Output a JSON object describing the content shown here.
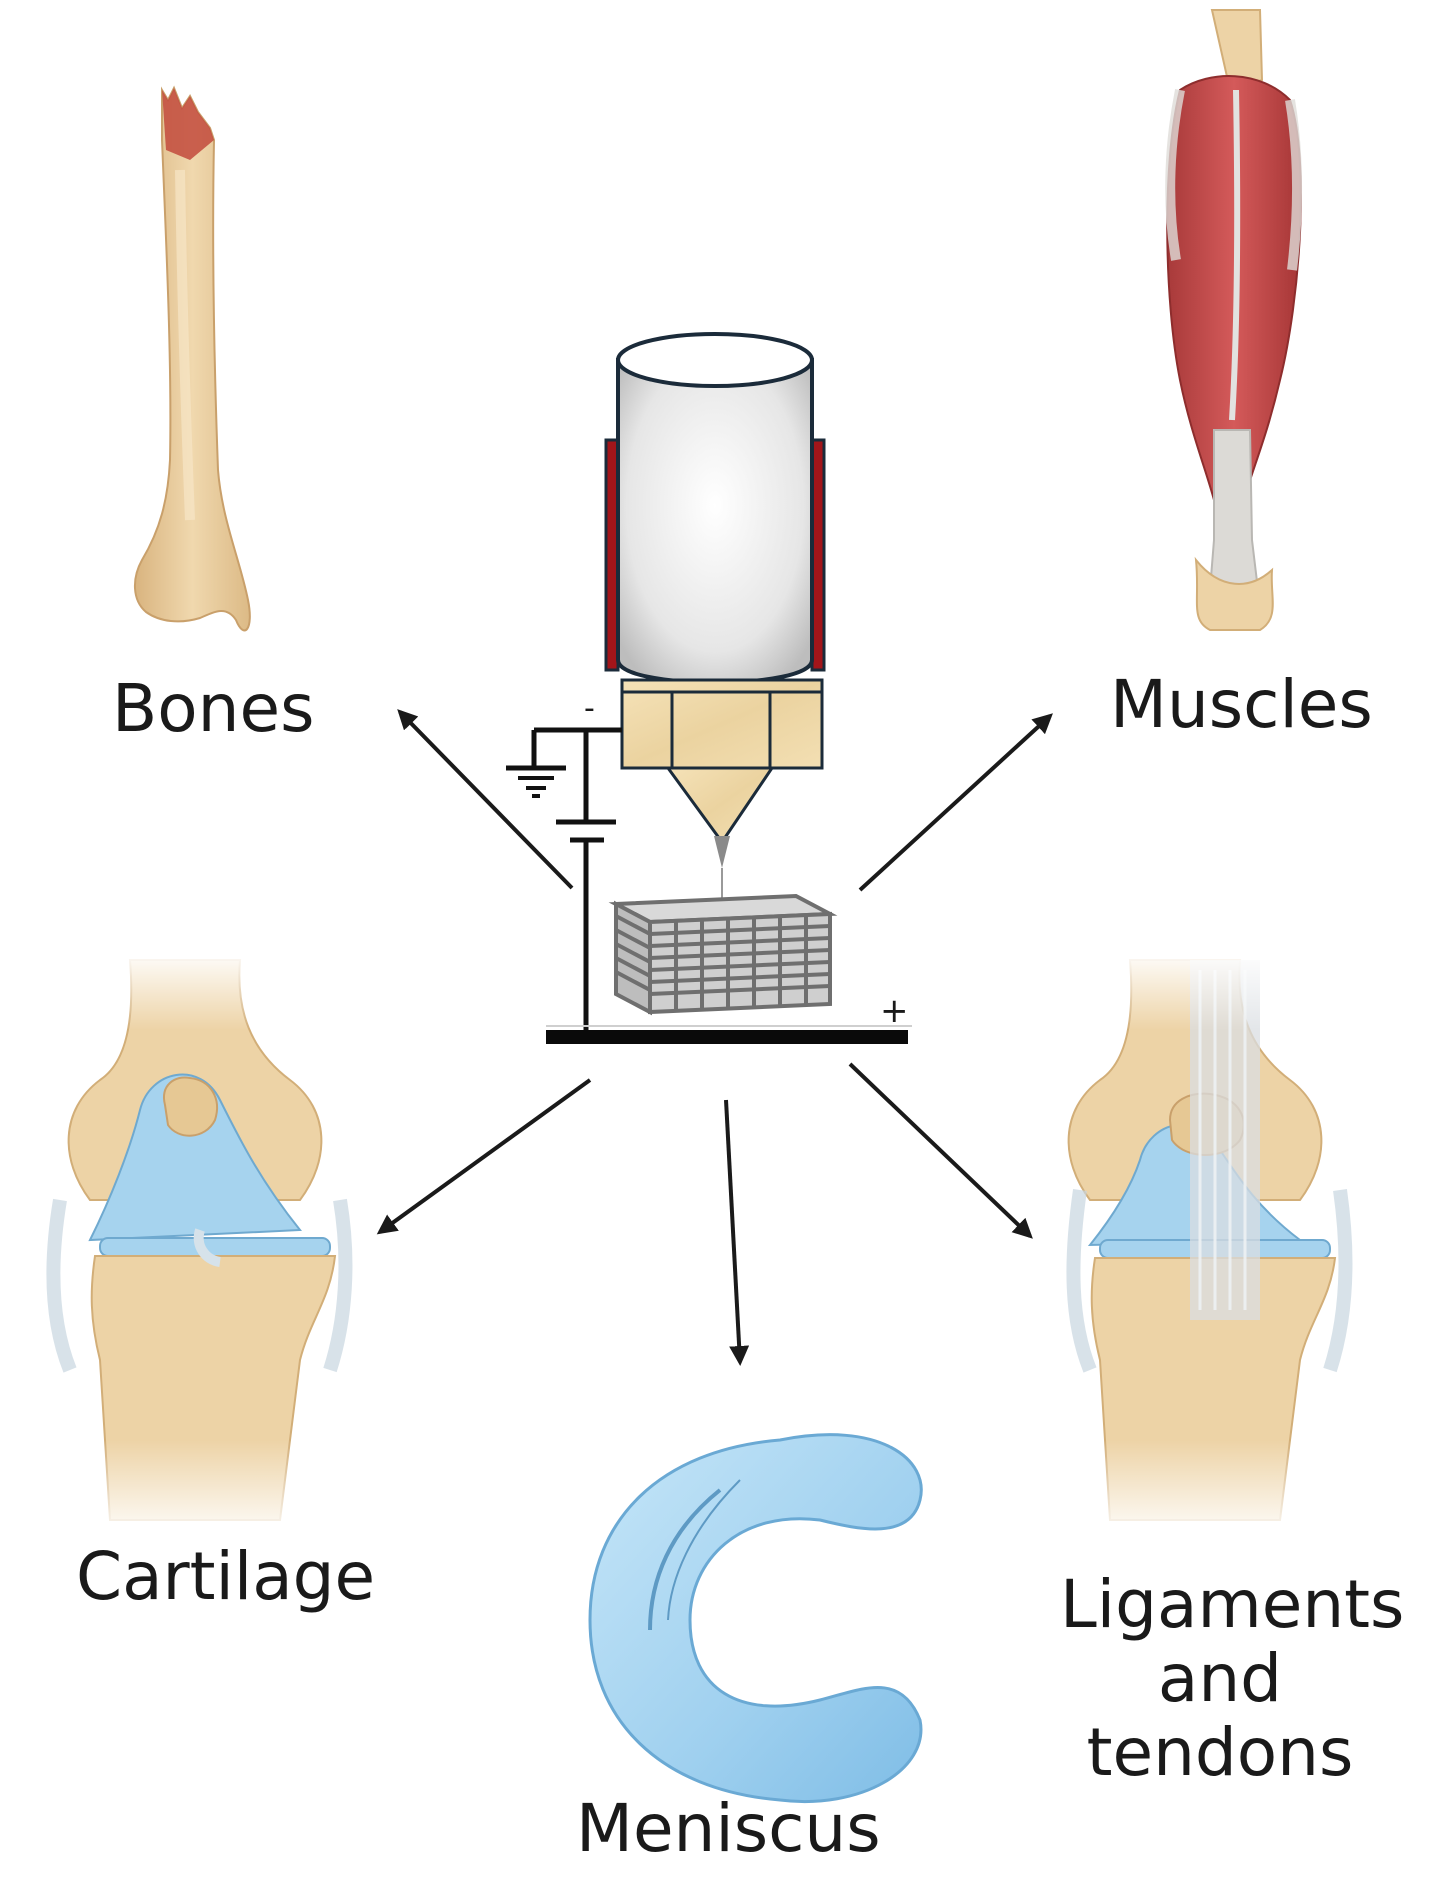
{
  "labels": {
    "bones": "Bones",
    "muscles": "Muscles",
    "cartilage": "Cartilage",
    "meniscus": "Meniscus",
    "ligaments": [
      "Ligaments",
      "and",
      "tendons"
    ]
  },
  "apparatus": {
    "negative_sign": "-",
    "positive_sign": "+"
  },
  "colors": {
    "bone": "#edd3a6",
    "bone_shade": "#d7b27c",
    "muscle": "#c54b4b",
    "tendon": "#d9d9d6",
    "cartilage": "#a6d3ee",
    "meniscus": "#a8d6f2",
    "heater": "#a3151a",
    "nozzle": "#f0d9a8",
    "arrow": "#1a1a1a"
  },
  "icons": [
    "broken-bone-icon",
    "calf-muscle-icon",
    "knee-cartilage-icon",
    "meniscus-icon",
    "knee-ligament-icon",
    "electrospinning-printer-icon",
    "scaffold-icon",
    "ground-symbol-icon"
  ]
}
